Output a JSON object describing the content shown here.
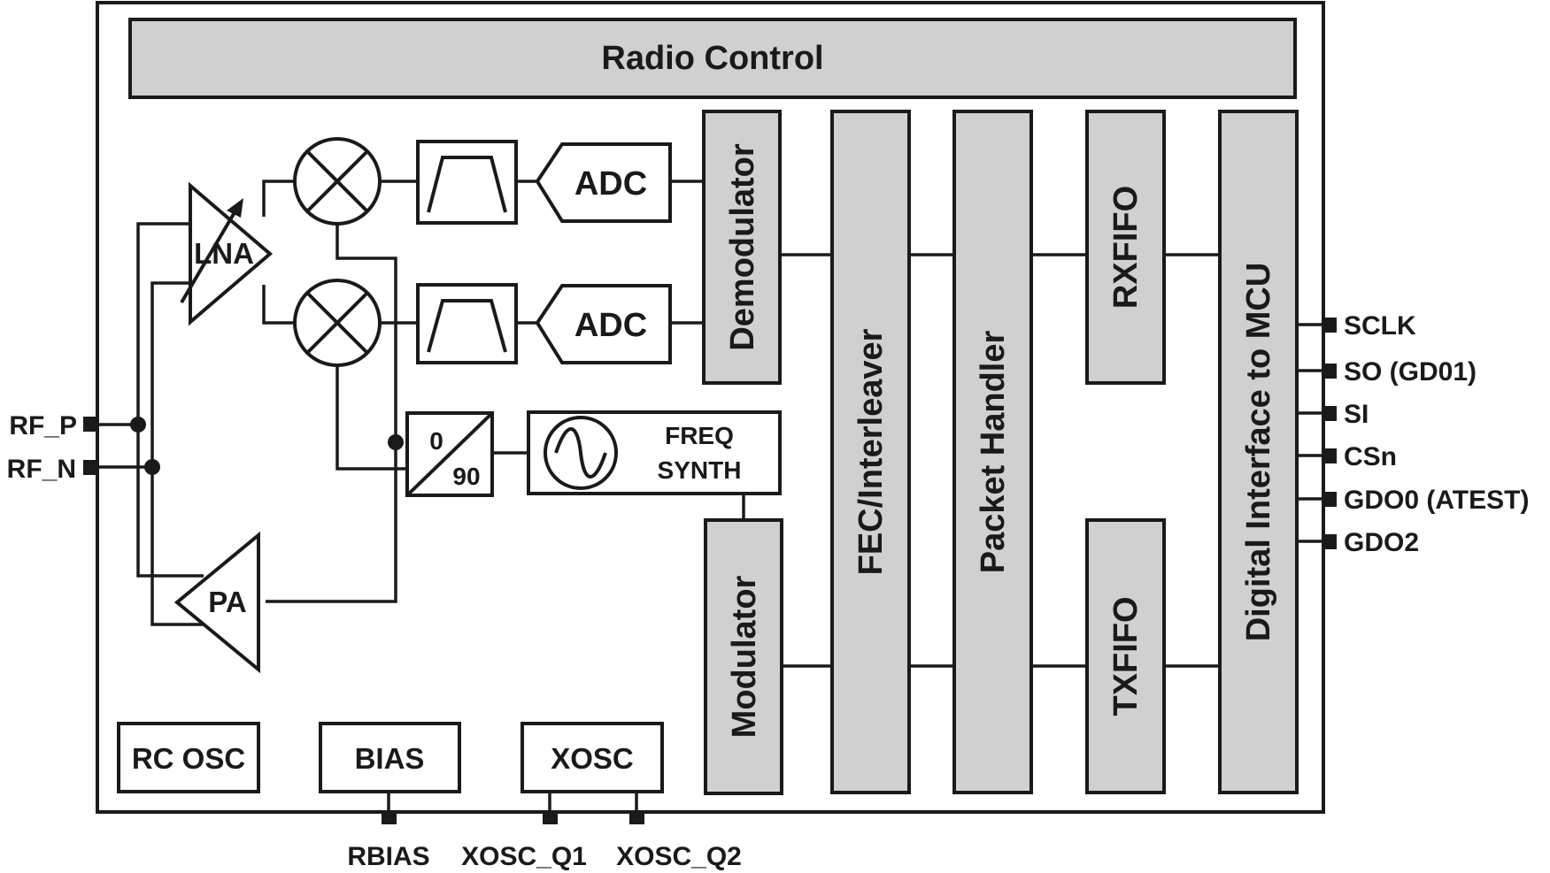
{
  "radio_control": "Radio Control",
  "blocks": {
    "demodulator": "Demodulator",
    "modulator": "Modulator",
    "fec": "FEC/Interleaver",
    "packet_handler": "Packet Handler",
    "rxfifo": "RXFIFO",
    "txfifo": "TXFIFO",
    "digital_interface": "Digital Interface to MCU",
    "adc_top": "ADC",
    "adc_bottom": "ADC",
    "lna": "LNA",
    "pa": "PA",
    "phase_0": "0",
    "phase_90": "90",
    "freq": "FREQ",
    "synth": "SYNTH",
    "rc_osc": "RC OSC",
    "bias": "BIAS",
    "xosc": "XOSC"
  },
  "pins": {
    "left": [
      "RF_P",
      "RF_N"
    ],
    "right": [
      "SCLK",
      "SO (GD01)",
      "SI",
      "CSn",
      "GDO0 (ATEST)",
      "GDO2"
    ],
    "bottom": [
      "RBIAS",
      "XOSC_Q1",
      "XOSC_Q2"
    ]
  },
  "colors": {
    "block_fill": "#d0d0d0",
    "line": "#1a1a1a",
    "background": "#ffffff"
  }
}
